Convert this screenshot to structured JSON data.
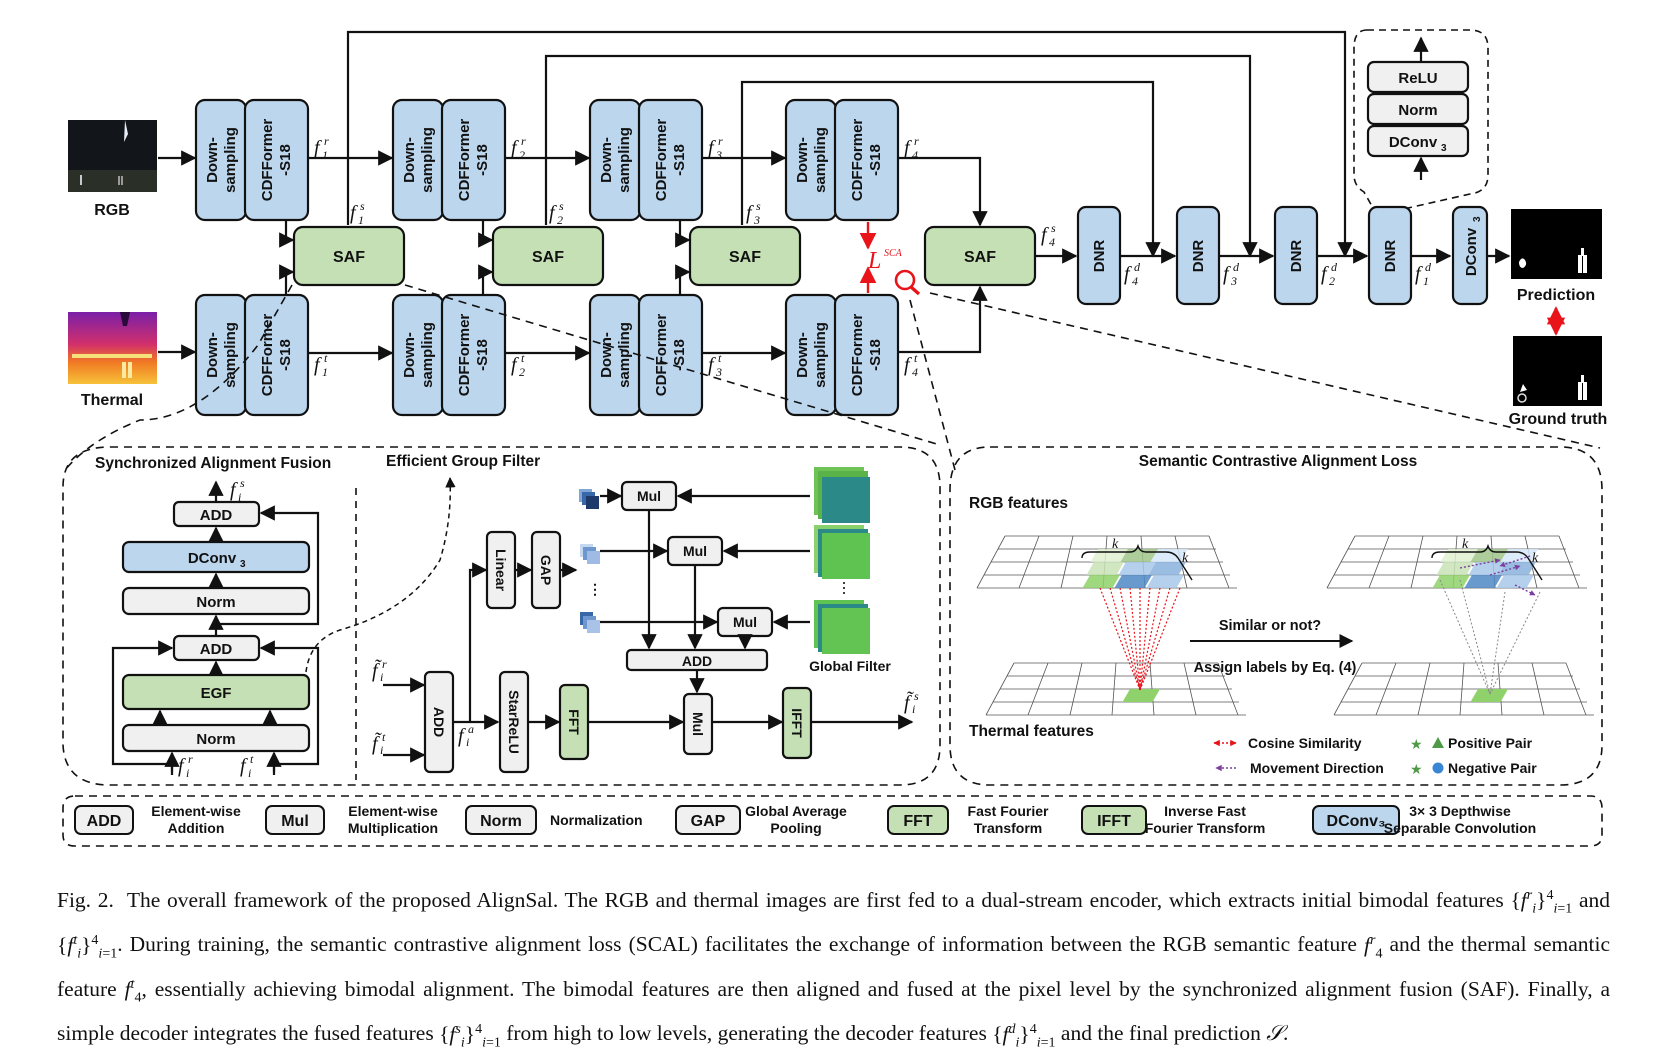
{
  "inputs": {
    "rgb_label": "RGB",
    "thermal_label": "Thermal"
  },
  "encoder": {
    "down_line1": "Down-",
    "down_line2": "sampling",
    "cdf_line1": "CDFFormer",
    "cdf_line2": "-S18",
    "rgb_feats": [
      "f1r",
      "f2r",
      "f3r",
      "f4r"
    ],
    "thermal_feats": [
      "f1t",
      "f2t",
      "f3t",
      "f4t"
    ]
  },
  "saf": {
    "label": "SAF",
    "fused_feats": [
      "f1s",
      "f2s",
      "f3s",
      "f4s"
    ]
  },
  "loss_label": "L",
  "loss_sup": "SCA",
  "decoder": {
    "dnr_label": "DNR",
    "dconv_label": "DConv",
    "dconv_sub": "3",
    "decoder_feats": [
      "f4d",
      "f3d",
      "f2d",
      "f1d"
    ],
    "dnr_detail": {
      "relu": "ReLU",
      "norm": "Norm",
      "dconv": "DConv",
      "dconv_sub": "3"
    }
  },
  "outputs": {
    "prediction_label": "Prediction",
    "ground_truth_label": "Ground truth"
  },
  "saf_panel": {
    "title": "Synchronized Alignment Fusion",
    "add_top": "ADD",
    "dconv": "DConv",
    "dconv_sub": "3",
    "norm_top": "Norm",
    "add_mid": "ADD",
    "egf": "EGF",
    "norm_bottom": "Norm"
  },
  "egf_panel": {
    "title": "Efficient Group Filter",
    "add": "ADD",
    "linear": "Linear",
    "gap": "GAP",
    "starrelu": "StarReLU",
    "fft": "FFT",
    "ifft": "IFFT",
    "mul": "Mul",
    "add_sum": "ADD",
    "global_filter": "Global Filter",
    "ellipsis": "⋮"
  },
  "scal_panel": {
    "title": "Semantic Contrastive Alignment Loss",
    "rgb_features": "RGB features",
    "thermal_features": "Thermal features",
    "arrow_top": "Similar or not?",
    "arrow_bottom": "Assign labels by Eq. (4)",
    "k": "k",
    "legend": {
      "cosine": "Cosine Similarity",
      "movement": "Movement Direction",
      "positive": "Positive Pair",
      "negative": "Negative Pair"
    }
  },
  "legend": [
    {
      "box": "ADD",
      "line1": "Element-wise",
      "line2": "Addition",
      "style": "gray"
    },
    {
      "box": "Mul",
      "line1": "Element-wise",
      "line2": "Multiplication",
      "style": "gray"
    },
    {
      "box": "Norm",
      "line1": "Normalization",
      "line2": "",
      "style": "gray"
    },
    {
      "box": "GAP",
      "line1": "Global Average",
      "line2": "Pooling",
      "style": "gray"
    },
    {
      "box": "FFT",
      "line1": "Fast Fourier",
      "line2": "Transform",
      "style": "green"
    },
    {
      "box": "IFFT",
      "line1": "Inverse Fast",
      "line2": "Fourier Transform",
      "style": "green"
    },
    {
      "box": "DConv₃",
      "line1": "3× 3 Depthwise",
      "line2": "Separable Convolution",
      "style": "blue"
    }
  ],
  "caption": {
    "fig": "Fig. 2.",
    "text1": "The overall framework of the proposed AlignSal. The RGB and thermal images are first fed to a dual-stream encoder, which extracts initial bimodal features",
    "text2": "and",
    "text3": ". During training, the semantic contrastive alignment loss (SCAL) facilitates the exchange of information between the RGB semantic feature",
    "text4": "and the thermal semantic feature",
    "text5": ", essentially achieving bimodal alignment. The bimodal features are then aligned and fused at the pixel level by the synchronized alignment fusion (SAF). Finally, a simple decoder integrates the fused features",
    "text6": "from high to low levels, generating the decoder features",
    "text7": "and the final prediction",
    "text8": "."
  },
  "colors": {
    "blue": "#bcd6ee",
    "green": "#c5e0b4",
    "gray": "#f0f0f0",
    "red": "#e8141a",
    "purple": "#7a3fa0"
  }
}
